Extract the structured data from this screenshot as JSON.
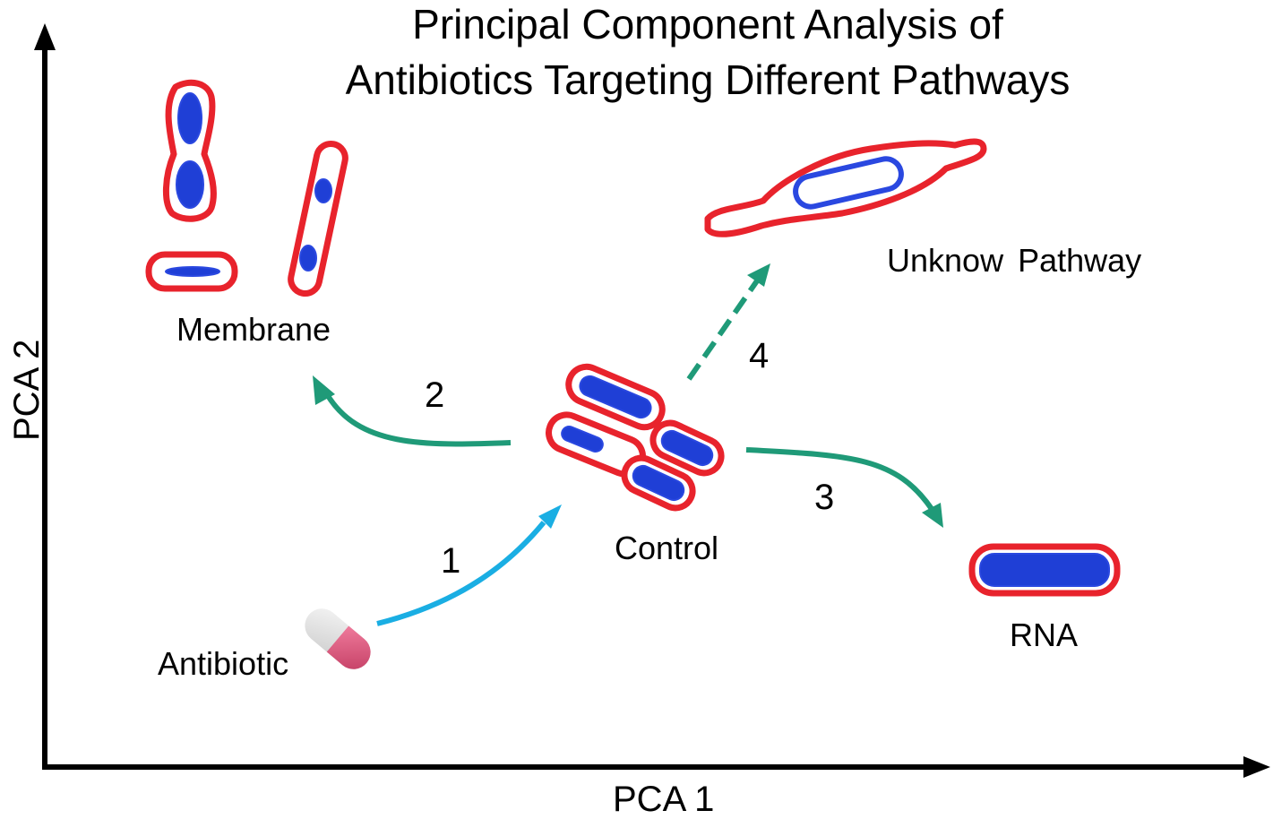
{
  "title": {
    "line1": "Principal Component Analysis of",
    "line2": "Antibiotics Targeting Different Pathways"
  },
  "axes": {
    "x_label": "PCA 1",
    "y_label": "PCA 2"
  },
  "nodes": {
    "antibiotic": "Antibiotic",
    "control": "Control",
    "membrane": "Membrane",
    "rna": "RNA",
    "unknown": "Unknow Pathway"
  },
  "steps": {
    "s1": "1",
    "s2": "2",
    "s3": "3",
    "s4": "4"
  },
  "colors": {
    "cell_outline": "#e8232c",
    "nucleoid": "#1f3fd6",
    "arrow_1": "#1aaee3",
    "arrow_green": "#1f9a78",
    "pill_cap": "#d94f76",
    "pill_body": "#d9d9d9"
  }
}
